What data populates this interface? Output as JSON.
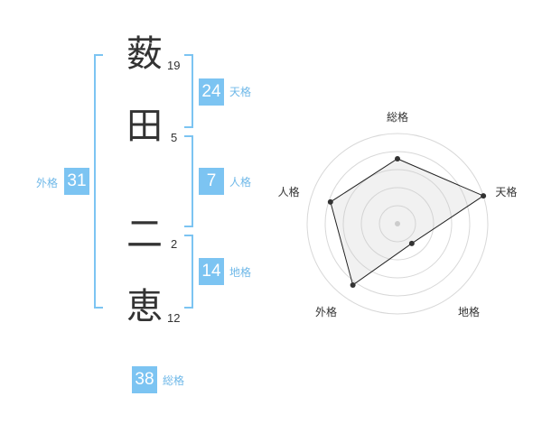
{
  "name": {
    "chars": [
      {
        "char": "薮",
        "strokes": "19"
      },
      {
        "char": "田",
        "strokes": "5"
      },
      {
        "char": "二",
        "strokes": "2"
      },
      {
        "char": "恵",
        "strokes": "12"
      }
    ]
  },
  "kakusu": {
    "tenkaku": {
      "value": "24",
      "label": "天格"
    },
    "jinkaku": {
      "value": "7",
      "label": "人格"
    },
    "chikaku": {
      "value": "14",
      "label": "地格"
    },
    "gaikaku": {
      "value": "31",
      "label": "外格"
    },
    "soukaku": {
      "value": "38",
      "label": "総格"
    }
  },
  "colors": {
    "accent": "#7cc4f2",
    "accent_text": "#6fb8e8",
    "text": "#333333"
  },
  "chart_data": {
    "type": "radar",
    "axes": [
      "総格",
      "天格",
      "地格",
      "外格",
      "人格"
    ],
    "values": [
      0.72,
      1.0,
      0.27,
      0.84,
      0.78
    ],
    "range": [
      0,
      1
    ],
    "grid_rings": 5,
    "grid": true
  }
}
